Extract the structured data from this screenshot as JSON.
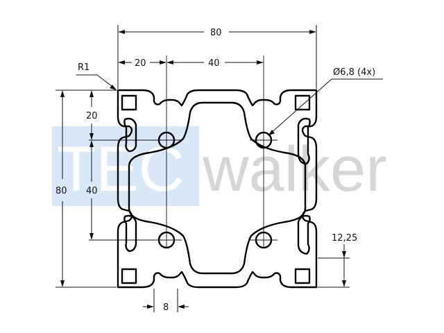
{
  "watermark": {
    "brand_left": "TEC",
    "brand_right": "walker",
    "box_color": "#d9e8f7",
    "text_color": "#d6d6d6"
  },
  "dimensions": {
    "overall_width": "80",
    "overall_height": "80",
    "top_offset": "20",
    "top_spacing": "40",
    "left_offset": "20",
    "left_spacing": "40",
    "corner_radius": "R1",
    "hole_diameter": "Ø6,8 (4x)",
    "slot_width": "8",
    "bottom_offset": "12,25"
  }
}
